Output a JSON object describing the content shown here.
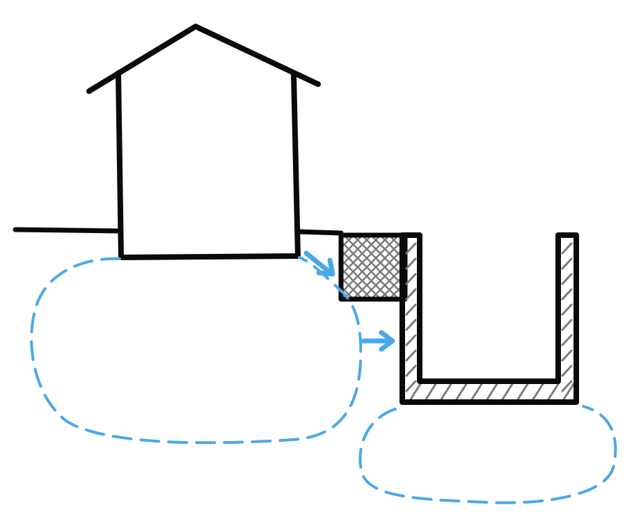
{
  "diagram": {
    "description_text": "",
    "elements": [
      "ground-line",
      "house",
      "soil-block",
      "concrete-channel",
      "zone-under-house",
      "zone-under-channel",
      "flow-arrow-upper",
      "flow-arrow-lower"
    ]
  },
  "colors": {
    "background": "#ffffff",
    "outline": "#0a0a0a",
    "hatch": "#7a7a7a",
    "zone_dash": "#4aa8e8",
    "arrow": "#4aa8e8"
  }
}
